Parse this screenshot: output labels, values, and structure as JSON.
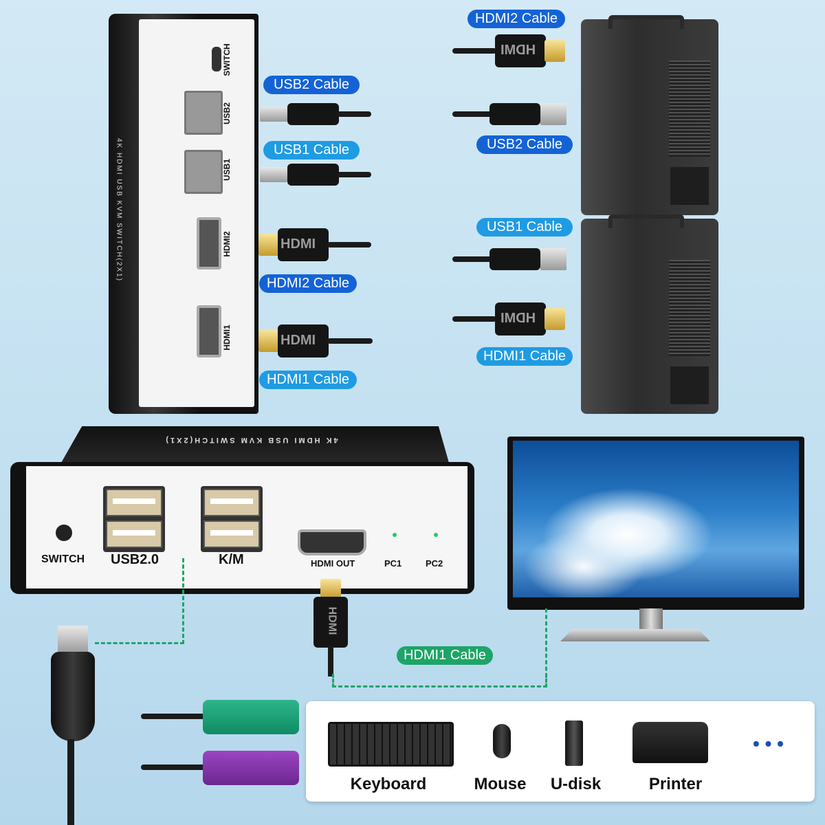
{
  "top_device": {
    "side_text": "4K HDMI USB KVM SWITCH(2X1)",
    "ports": {
      "switch": "SWITCH",
      "usb2": "USB2",
      "usb1": "USB1",
      "hdmi2": "HDMI2",
      "hdmi1": "HDMI1"
    }
  },
  "cables_left": {
    "usb2": "USB2 Cable",
    "usb1": "USB1 Cable",
    "hdmi2": "HDMI2 Cable",
    "hdmi1": "HDMI1 Cable"
  },
  "cables_right": {
    "hdmi2": "HDMI2 Cable",
    "usb2": "USB2 Cable",
    "usb1": "USB1 Cable",
    "hdmi1": "HDMI1 Cable"
  },
  "plug_text": "HDMI",
  "front_device": {
    "top_text": "4K HDMI USB KVM SWITCH(2X1)",
    "labels": {
      "switch": "SWITCH",
      "usb": "USB2.0",
      "km": "K/M",
      "hdmi_out": "HDMI OUT",
      "pc1": "PC1",
      "pc2": "PC2"
    }
  },
  "monitor_cable": "HDMI1 Cable",
  "peripherals": {
    "items": [
      {
        "label": "Keyboard"
      },
      {
        "label": "Mouse"
      },
      {
        "label": "U-disk"
      },
      {
        "label": "Printer"
      }
    ],
    "more": "• • •"
  },
  "colors": {
    "label_dark": "#1463d6",
    "label_light": "#1f9be3",
    "label_green": "#1ea468",
    "led": "#22cc66"
  }
}
